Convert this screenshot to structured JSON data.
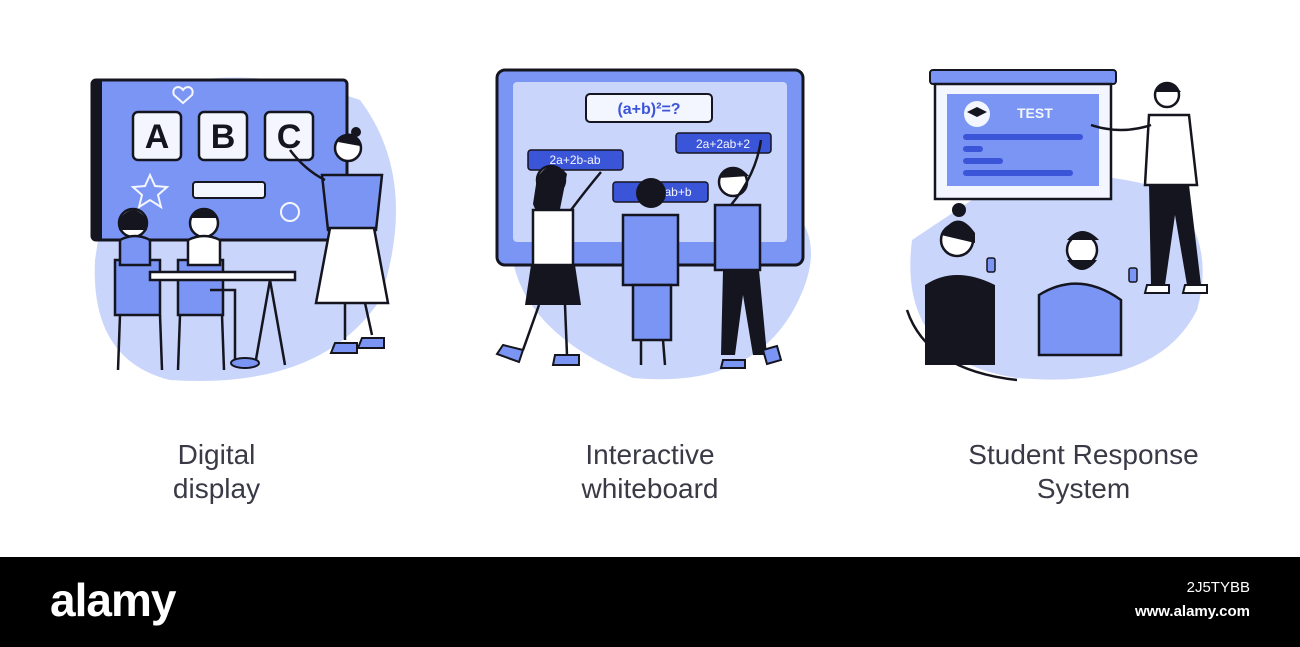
{
  "panels": [
    {
      "caption_line1": "Digital",
      "caption_line2": "display",
      "letters": [
        "A",
        "B",
        "C"
      ]
    },
    {
      "caption_line1": "Interactive",
      "caption_line2": "whiteboard",
      "formulas": [
        "(a+b)²=?",
        "2a+2b-ab",
        "2a+2ab+2",
        "ab+b"
      ]
    },
    {
      "caption_line1": "Student Response",
      "caption_line2": "System",
      "screen_text": "TEST"
    }
  ],
  "footer": {
    "brand": "alamy",
    "image_id": "2J5TYBB",
    "site": "www.alamy.com"
  },
  "colors": {
    "accent": "#7b95f5",
    "light": "#c9d5fb",
    "ink": "#15151f"
  }
}
